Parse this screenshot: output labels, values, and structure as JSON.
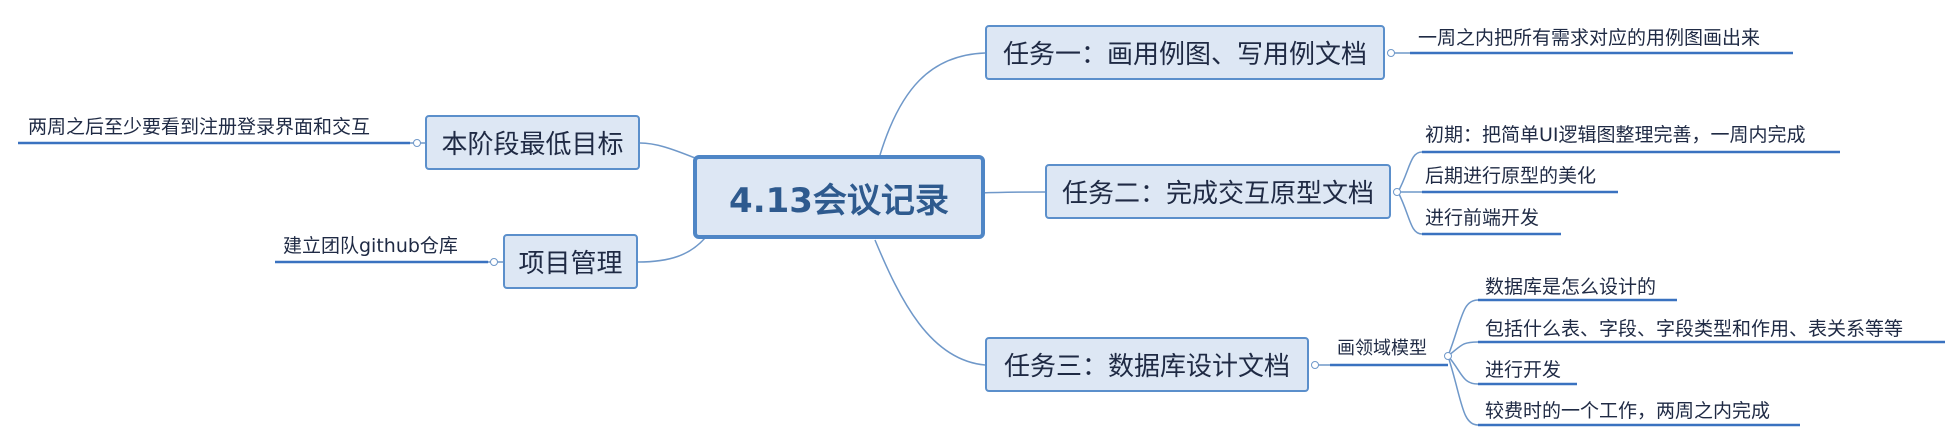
{
  "central": "4.13会议记录",
  "left_branches": [
    {
      "label": "本阶段最低目标",
      "children": [
        "两周之后至少要看到注册登录界面和交互"
      ]
    },
    {
      "label": "项目管理",
      "children": [
        "建立团队github仓库"
      ]
    }
  ],
  "right_branches": [
    {
      "label": "任务一：画用例图、写用例文档",
      "children": [
        "一周之内把所有需求对应的用例图画出来"
      ]
    },
    {
      "label": "任务二：完成交互原型文档",
      "children": [
        "初期：把简单UI逻辑图整理完善，一周内完成",
        "后期进行原型的美化",
        "进行前端开发"
      ]
    },
    {
      "label": "任务三：数据库设计文档",
      "sub": "画领域模型",
      "children": [
        "数据库是怎么设计的",
        "包括什么表、字段、字段类型和作用、表关系等等",
        "进行开发",
        "较费时的一个工作，两周之内完成"
      ]
    }
  ],
  "colors": {
    "box_fill": "#dde7f4",
    "box_border": "#5b8fcb",
    "line": "#6f98c9",
    "underline": "#3a72c0",
    "central_text": "#2e5a8e"
  }
}
